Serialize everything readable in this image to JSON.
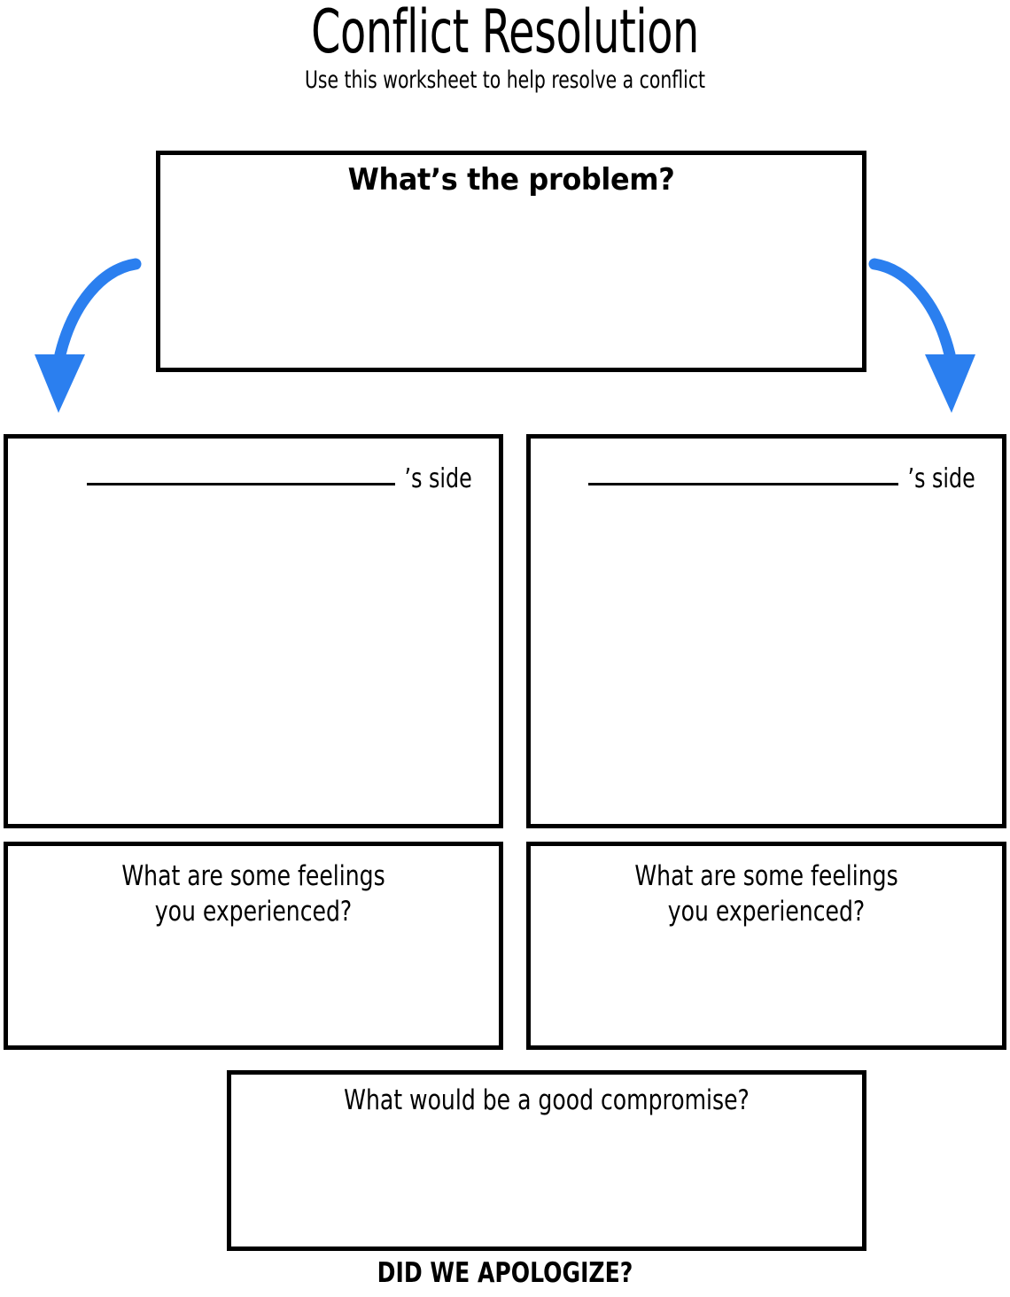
{
  "header": {
    "title": "Conflict Resolution",
    "subtitle": "Use this worksheet to help resolve a conflict"
  },
  "problem": {
    "heading": "What’s the problem?"
  },
  "arrows": {
    "color": "#2B7FEF",
    "left_icon": "curved-arrow-down-left-icon",
    "right_icon": "curved-arrow-down-right-icon"
  },
  "sides": [
    {
      "name_line_placeholder": "",
      "label": "’s side",
      "feelings_prompt_line1": "What are some feelings",
      "feelings_prompt_line2": "you experienced?"
    },
    {
      "name_line_placeholder": "",
      "label": "’s side",
      "feelings_prompt_line1": "What are some feelings",
      "feelings_prompt_line2": "you experienced?"
    }
  ],
  "compromise": {
    "prompt": "What would be a good compromise?"
  },
  "footer": {
    "apologize_prompt": "DID WE APOLOGIZE?"
  },
  "colors": {
    "ink": "#000000",
    "paper": "#ffffff",
    "accent_blue": "#2B7FEF"
  }
}
